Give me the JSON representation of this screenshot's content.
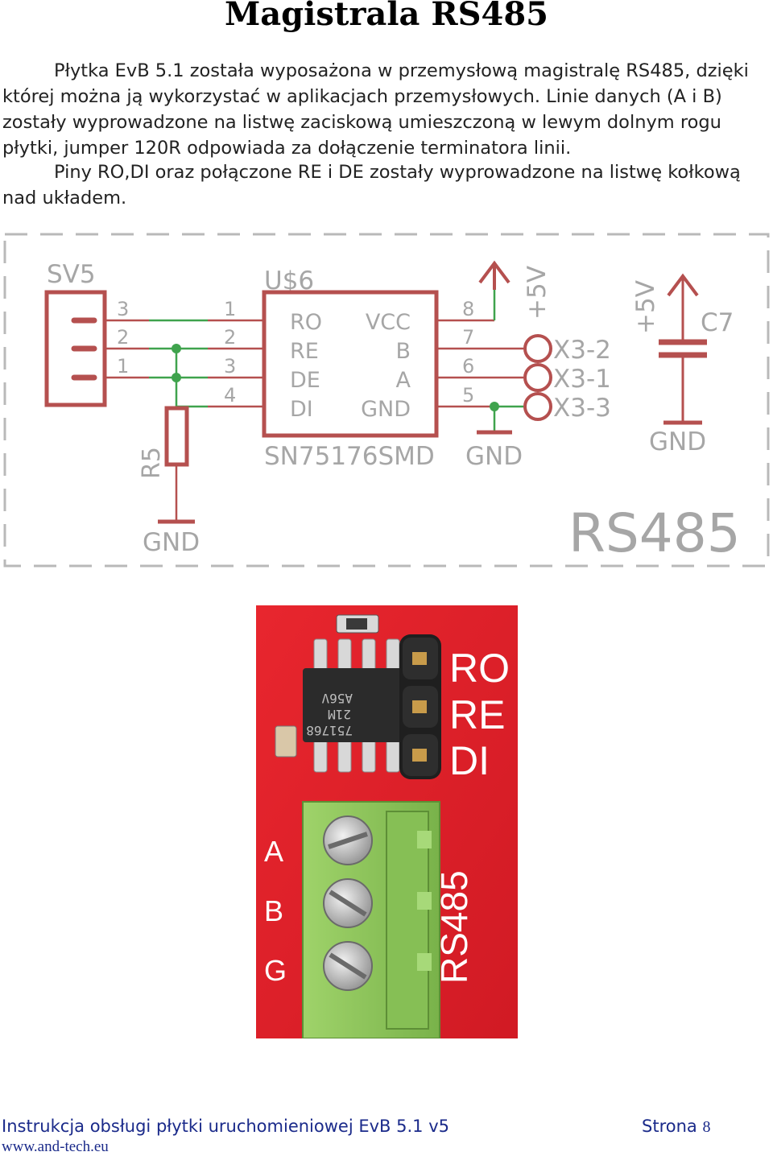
{
  "page": {
    "title": "Magistrala RS485",
    "paragraph1": "Płytka EvB 5.1 została wyposażona w przemysłową magistralę RS485, dzięki której można ją wykorzystać w aplikacjach przemysłowych. Linie danych (A i B) zostały wyprowadzone na listwę zaciskową umieszczoną w lewym dolnym rogu płytki, jumper 120R odpowiada za dołączenie terminatora linii.",
    "paragraph2": "Piny RO,DI oraz połączone RE i DE zostały wyprowadzone na listwę kołkową nad układem."
  },
  "schematic": {
    "connector_name": "SV5",
    "connector_pins": [
      "3",
      "2",
      "1"
    ],
    "ic_name": "U$6",
    "ic_part": "SN75176SMD",
    "ic_left_pins": [
      {
        "num": "1",
        "name": "RO"
      },
      {
        "num": "2",
        "name": "RE"
      },
      {
        "num": "3",
        "name": "DE"
      },
      {
        "num": "4",
        "name": "DI"
      }
    ],
    "ic_right_pins": [
      {
        "num": "8",
        "name": "VCC"
      },
      {
        "num": "7",
        "name": "B"
      },
      {
        "num": "6",
        "name": "A"
      },
      {
        "num": "5",
        "name": "GND"
      }
    ],
    "terminals": [
      "X3-2",
      "X3-1",
      "X3-3"
    ],
    "resistor": "R5",
    "capacitor": "C7",
    "supply_label_1": "+5V",
    "supply_label_2": "+5V",
    "gnd_label_1": "GND",
    "gnd_label_2": "GND",
    "gnd_label_3": "GND",
    "frame_label": "RS485",
    "colors": {
      "wire": "#b5504f",
      "net": "#3fa34d",
      "text": "#a6a6a6",
      "frame": "#b9b9b9"
    }
  },
  "photo": {
    "silk_pins": [
      "RO",
      "RE",
      "DI"
    ],
    "silk_terminal": [
      "A",
      "B",
      "G"
    ],
    "silk_vertical": "RS485",
    "chip_marking": [
      "751768",
      "21M",
      "A56V"
    ],
    "colors": {
      "pcb": "#e51d2a",
      "terminal": "#8ec65a",
      "chip": "#2b2b2b"
    }
  },
  "footer": {
    "left": "Instrukcja obsługi płytki uruchomieniowej EvB 5.1 v5",
    "page_label": "Strona",
    "page_number": "8",
    "url": "www.and-tech.eu"
  }
}
